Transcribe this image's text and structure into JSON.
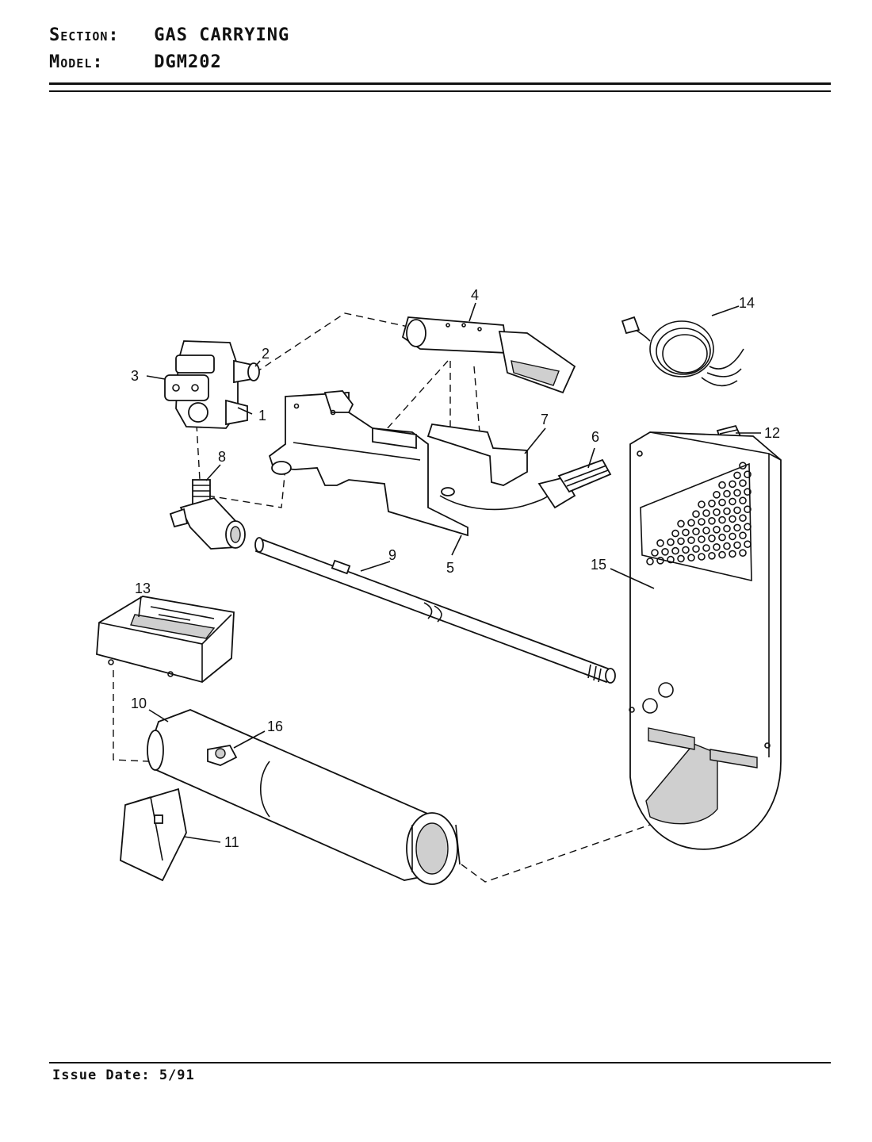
{
  "header": {
    "section_label": "Section:",
    "section_value": "GAS CARRYING",
    "model_label": "Model:",
    "model_value": "DGM202"
  },
  "footer": {
    "issue_date": "Issue Date: 5/91"
  },
  "callouts": [
    "1",
    "2",
    "3",
    "4",
    "5",
    "6",
    "7",
    "8",
    "9",
    "10",
    "11",
    "12",
    "13",
    "14",
    "15",
    "16"
  ]
}
